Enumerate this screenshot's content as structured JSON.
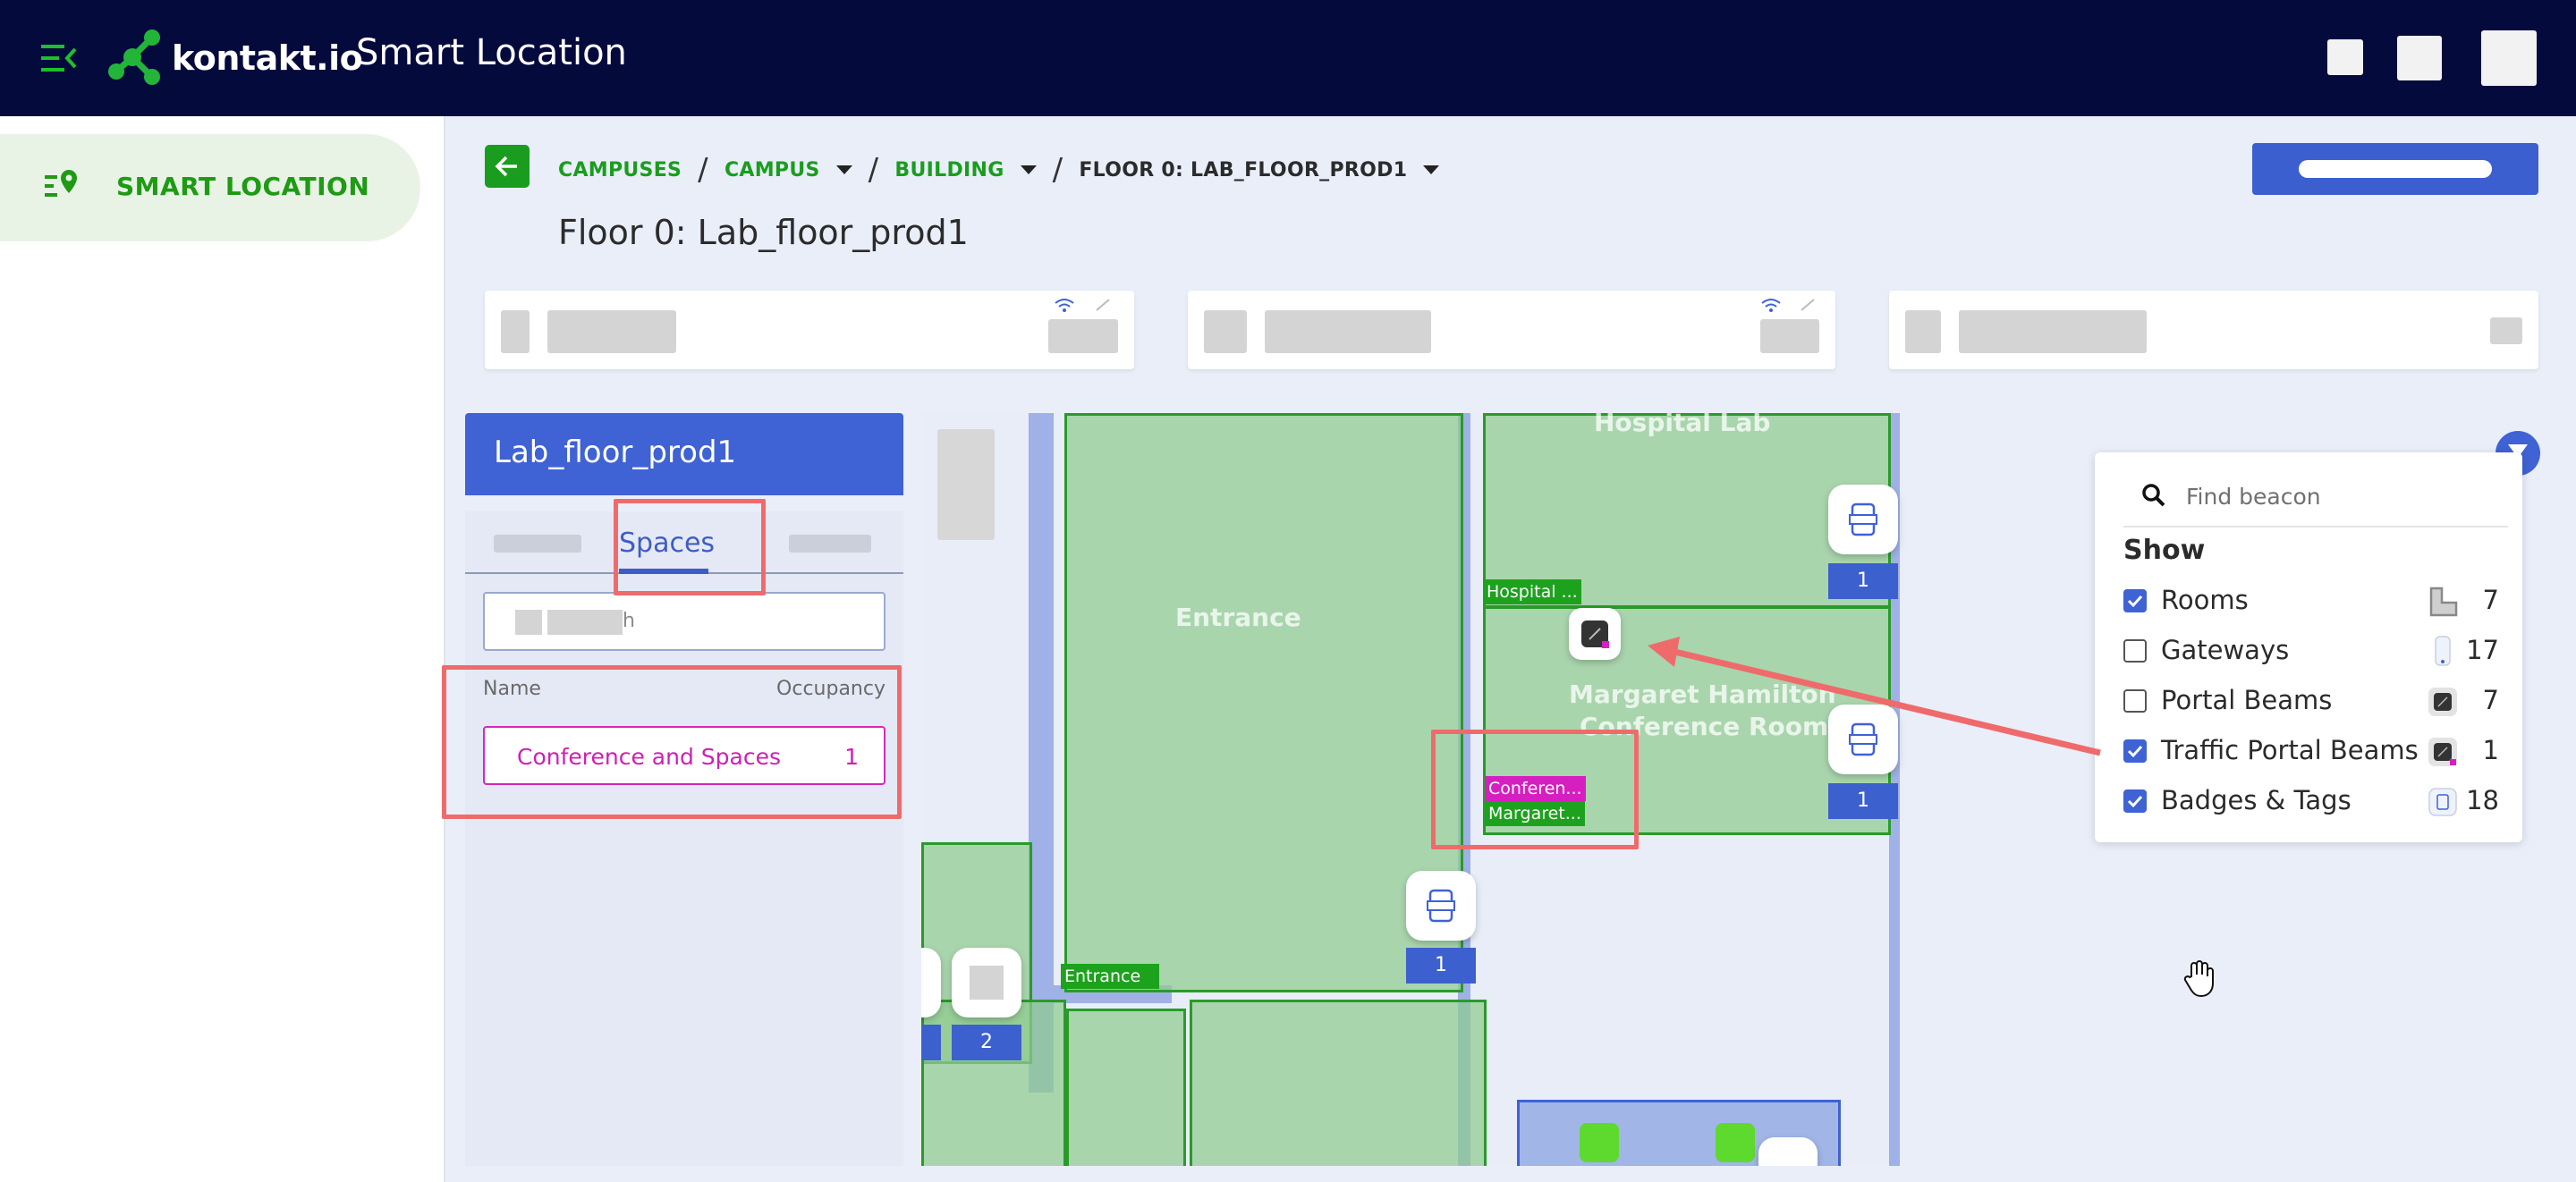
{
  "header": {
    "logo_text": "kontakt.io",
    "app_title": "Smart Location"
  },
  "nav": {
    "items": [
      {
        "label": "SMART LOCATION",
        "icon": "location-list-icon",
        "active": true
      }
    ]
  },
  "breadcrumb": {
    "items": [
      "CAMPUSES",
      "CAMPUS",
      "BUILDING",
      "FLOOR 0: LAB_FLOOR_PROD1"
    ],
    "separator": "/"
  },
  "page_title": "Floor 0: Lab_floor_prod1",
  "floor_panel": {
    "title": "Lab_floor_prod1",
    "active_tab": "Spaces",
    "search_placeholder_fragment": "h",
    "columns": {
      "name": "Name",
      "occupancy": "Occupancy"
    },
    "rows": [
      {
        "name": "Conference and Spaces",
        "occupancy": "1"
      }
    ]
  },
  "map": {
    "room_names": [
      "Hospital Lab",
      "Entrance",
      "Margaret Hamilton",
      "Conference Room"
    ],
    "tags": {
      "hospital": "Hospital ...",
      "conference": "Conferen...",
      "margaret": "Margaret...",
      "entrance": "Entrance"
    },
    "beacon_counts": [
      "1",
      "1",
      "1",
      "2"
    ]
  },
  "filter": {
    "search_placeholder": "Find beacon",
    "show_label": "Show",
    "items": [
      {
        "label": "Rooms",
        "checked": true,
        "count": "7",
        "icon": "room-shape-icon"
      },
      {
        "label": "Gateways",
        "checked": false,
        "count": "17",
        "icon": "gateway-icon"
      },
      {
        "label": "Portal Beams",
        "checked": false,
        "count": "7",
        "icon": "portal-beam-icon"
      },
      {
        "label": "Traffic Portal Beams",
        "checked": true,
        "count": "1",
        "icon": "traffic-portal-beam-icon"
      },
      {
        "label": "Badges & Tags",
        "checked": true,
        "count": "18",
        "icon": "badge-tag-icon"
      }
    ]
  },
  "colors": {
    "topbar": "#050a3d",
    "brand_green": "#1a9d1e",
    "accent_blue": "#3f62d4",
    "space_pink": "#d627b8",
    "highlight_red": "#ef6b6b"
  }
}
